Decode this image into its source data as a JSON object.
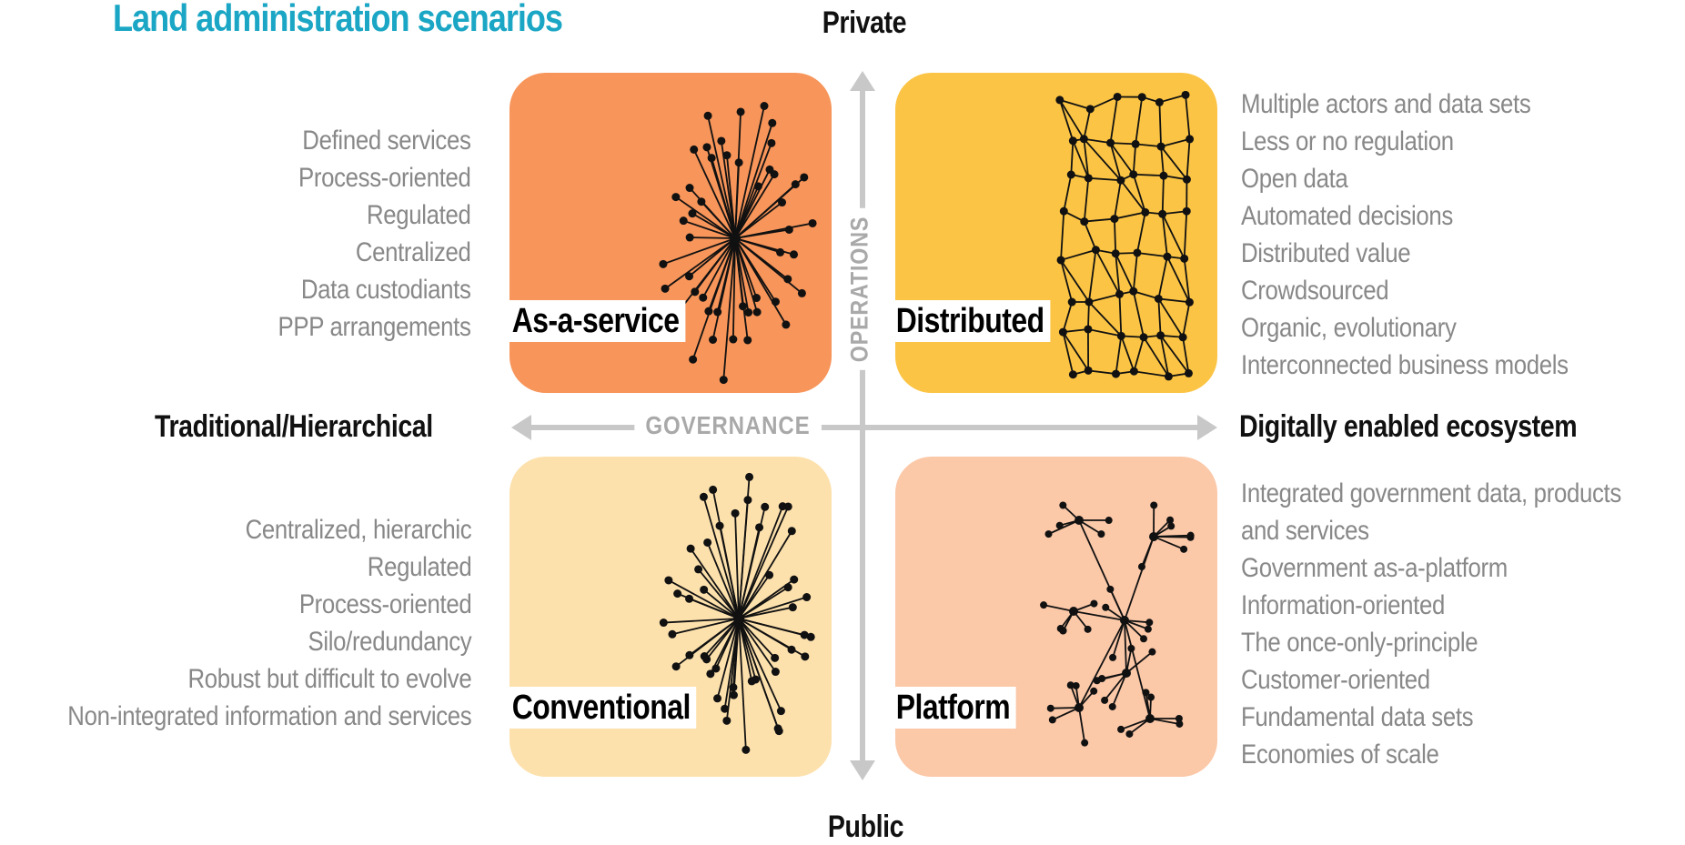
{
  "title": "Land administration scenarios",
  "axes": {
    "top": "Private",
    "bottom": "Public",
    "left": "Traditional/Hierarchical",
    "right": "Digitally enabled ecosystem",
    "vertical_axis": "OPERATIONS",
    "horizontal_axis": "GOVERNANCE"
  },
  "quadrants": {
    "as_a_service": {
      "label": "As-a-service",
      "color": "#f7955a",
      "traits": [
        "Defined services",
        "Process-oriented",
        "Regulated",
        "Centralized",
        "Data custodiants",
        "PPP arrangements"
      ]
    },
    "distributed": {
      "label": "Distributed",
      "color": "#fbc444",
      "traits": [
        "Multiple actors and data sets",
        "Less or no regulation",
        "Open data",
        "Automated decisions",
        "Distributed value",
        "Crowdsourced",
        "Organic, evolutionary",
        "Interconnected business models"
      ]
    },
    "conventional": {
      "label": "Conventional",
      "color": "#fde1ad",
      "traits": [
        "Centralized, hierarchic",
        "Regulated",
        "Process-oriented",
        "Silo/redundancy",
        "Robust but difficult to evolve",
        "Non-integrated information and services"
      ]
    },
    "platform": {
      "label": "Platform",
      "color": "#fbc8a8",
      "traits": [
        "Integrated government data, products",
        "and services",
        "Government as-a-platform",
        "Information-oriented",
        "The once-only-principle",
        "Customer-oriented",
        "Fundamental data sets",
        "Economies of scale"
      ]
    }
  },
  "colors": {
    "title": "#1aa6c4",
    "axis_arrow": "#c8c8c8",
    "trait_text": "#888888"
  }
}
